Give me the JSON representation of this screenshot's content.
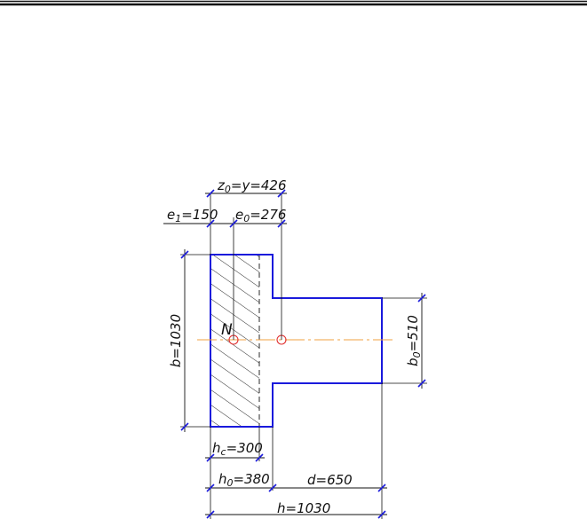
{
  "header": {
    "rule": "double"
  },
  "labels": {
    "z0_y": {
      "main": "z",
      "sub": "0",
      "rest": "=y=426"
    },
    "e1": {
      "main": "e",
      "sub": "1",
      "rest": "=150"
    },
    "e0": {
      "main": "e",
      "sub": "0",
      "rest": "=276"
    },
    "b": {
      "text": "b=1030"
    },
    "b0": {
      "main": "b",
      "sub": "0",
      "rest": "=510"
    },
    "hc": {
      "main": "h",
      "sub": "c",
      "rest": "=300"
    },
    "h0": {
      "main": "h",
      "sub": "0",
      "rest": "=380"
    },
    "d": {
      "text": "d=650"
    },
    "h": {
      "text": "h=1030"
    },
    "force": {
      "text": "N"
    }
  },
  "colors": {
    "outline": "#1a1adc",
    "dimension": "#1a1adc",
    "axis": "#f0a040",
    "marker": "#e03030",
    "ink": "#111111"
  }
}
